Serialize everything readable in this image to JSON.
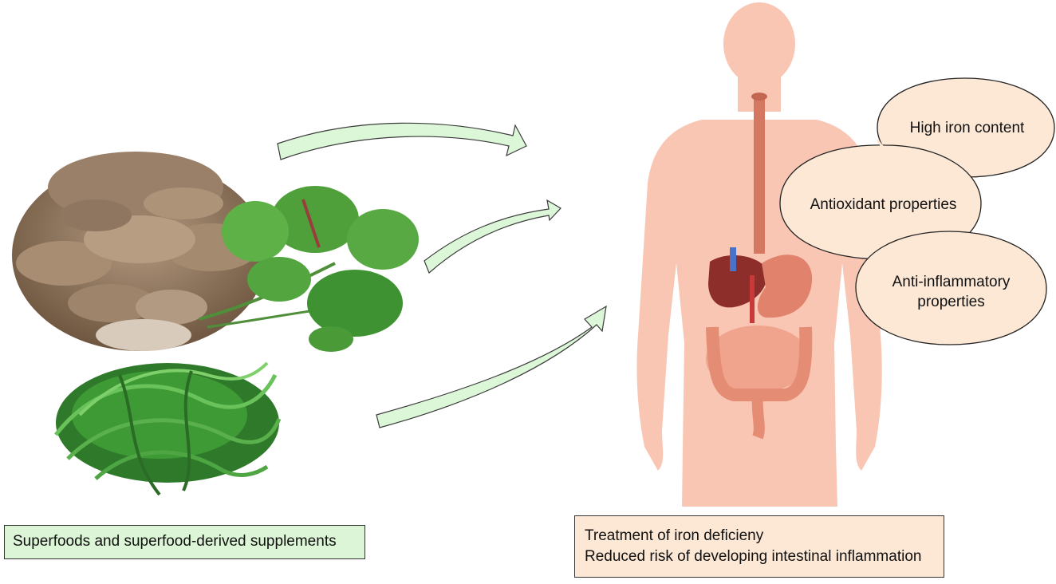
{
  "source_label": "Superfoods and superfood-derived supplements",
  "benefits": [
    {
      "text": "High iron content"
    },
    {
      "text": "Antioxidant properties"
    },
    {
      "text": "Anti-inflammatory properties"
    }
  ],
  "outcomes": [
    "Treatment of iron deficieny",
    "Reduced risk of developing intestinal inflammation"
  ],
  "colors": {
    "arrow_fill": "#dcf7d8",
    "arrow_stroke": "#3b3b3b",
    "body_silhouette": "#f9c6b4",
    "bubble_fill": "#fde8d6",
    "source_box_fill": "#dcf5d6",
    "outcome_box_fill": "#fde8d6"
  },
  "images": {
    "left": [
      "maitake-mushroom",
      "amaranth-leaves",
      "seaweed-bundle"
    ],
    "right": [
      "human-body-silhouette",
      "digestive-tract"
    ]
  }
}
